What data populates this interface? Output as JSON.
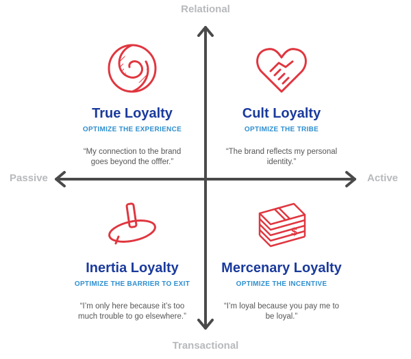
{
  "axes": {
    "top": "Relational",
    "bottom": "Transactional",
    "left": "Passive",
    "right": "Active"
  },
  "quadrants": {
    "true": {
      "title": "True Loyalty",
      "subtitle": "OPTIMIZE THE EXPERIENCE",
      "quote": "“My connection to the brand goes beyond the offfer.”",
      "icon": "swirl-circle-icon"
    },
    "cult": {
      "title": "Cult Loyalty",
      "subtitle": "OPTIMIZE THE TRIBE",
      "quote": "“The brand reflects my personal identity.”",
      "icon": "heart-handshake-icon"
    },
    "inertia": {
      "title": "Inertia Loyalty",
      "subtitle": "OPTIMIZE THE BARRIER TO EXIT",
      "quote": "“I’m only here because it’s too much trouble to go elsewhere.”",
      "icon": "spinning-top-icon"
    },
    "mercenary": {
      "title": "Mercenary Loyalty",
      "subtitle": "OPTIMIZE THE INCENTIVE",
      "quote": "“I’m loyal because you pay me to be loyal.”",
      "icon": "money-stack-icon"
    }
  },
  "colors": {
    "icon": "#e0363f",
    "title": "#1a3a9c",
    "subtitle": "#2f8fcf",
    "quote": "#555555",
    "axis": "#4a4a4a",
    "axis_label": "#b7b9bc"
  }
}
